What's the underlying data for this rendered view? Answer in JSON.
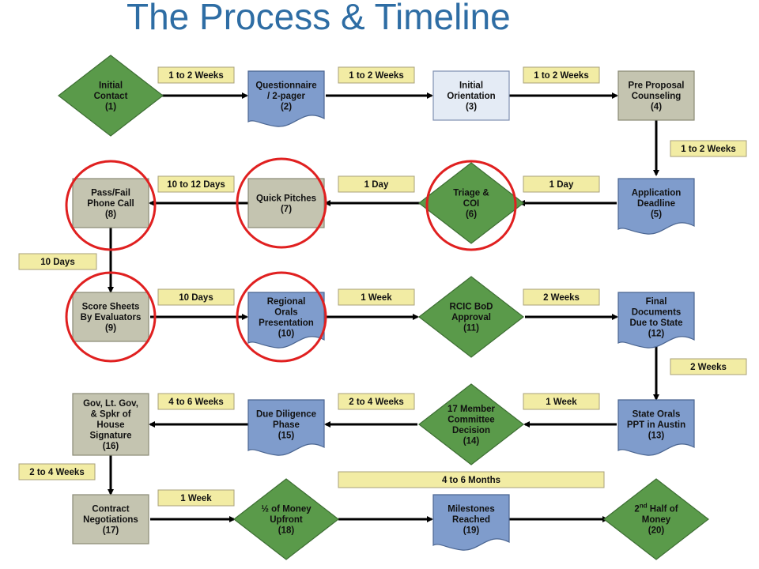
{
  "title": "The Process & Timeline",
  "colors": {
    "title": "#2e6da4",
    "diamond": "#5a9a4a",
    "gray_box": "#c4c4b0",
    "blue_doc": "#7f9ccc",
    "light_box": "#e4ebf5",
    "duration_label": "#f2eca4",
    "highlight_circle": "#e02020"
  },
  "steps": [
    {
      "id": "step-1",
      "shape": "diamond",
      "lines": [
        "Initial",
        "Contact",
        "(1)"
      ]
    },
    {
      "id": "step-2",
      "shape": "document",
      "lines": [
        "Questionnaire",
        "/ 2-pager",
        "(2)"
      ]
    },
    {
      "id": "step-3",
      "shape": "light-box",
      "lines": [
        "Initial",
        "Orientation",
        "(3)"
      ]
    },
    {
      "id": "step-4",
      "shape": "gray-box",
      "lines": [
        "Pre Proposal",
        "Counseling",
        "(4)"
      ]
    },
    {
      "id": "step-5",
      "shape": "document",
      "lines": [
        "Application",
        "Deadline",
        "(5)"
      ]
    },
    {
      "id": "step-6",
      "shape": "diamond",
      "lines": [
        "Triage &",
        "COI",
        "(6)"
      ]
    },
    {
      "id": "step-7",
      "shape": "gray-box",
      "lines": [
        "Quick Pitches",
        "(7)"
      ]
    },
    {
      "id": "step-8",
      "shape": "gray-box",
      "lines": [
        "Pass/Fail",
        "Phone Call",
        "(8)"
      ]
    },
    {
      "id": "step-9",
      "shape": "gray-box",
      "lines": [
        "Score Sheets",
        "By Evaluators",
        "(9)"
      ]
    },
    {
      "id": "step-10",
      "shape": "document",
      "lines": [
        "Regional",
        "Orals",
        "Presentation",
        "(10)"
      ]
    },
    {
      "id": "step-11",
      "shape": "diamond",
      "lines": [
        "RCIC BoD",
        "Approval",
        "(11)"
      ]
    },
    {
      "id": "step-12",
      "shape": "document",
      "lines": [
        "Final",
        "Documents",
        "Due to State",
        "(12)"
      ]
    },
    {
      "id": "step-13",
      "shape": "document",
      "lines": [
        "State Orals",
        "PPT in Austin",
        "(13)"
      ]
    },
    {
      "id": "step-14",
      "shape": "diamond",
      "lines": [
        "17 Member",
        "Committee",
        "Decision",
        "(14)"
      ]
    },
    {
      "id": "step-15",
      "shape": "document",
      "lines": [
        "Due Diligence",
        "Phase",
        "(15)"
      ]
    },
    {
      "id": "step-16",
      "shape": "gray-box",
      "lines": [
        "Gov, Lt. Gov,",
        "& Spkr of",
        "House",
        "Signature",
        "(16)"
      ]
    },
    {
      "id": "step-17",
      "shape": "gray-box",
      "lines": [
        "Contract",
        "Negotiations",
        "(17)"
      ]
    },
    {
      "id": "step-18",
      "shape": "diamond",
      "lines": [
        "½ of Money",
        "Upfront",
        "(18)"
      ]
    },
    {
      "id": "step-19",
      "shape": "document",
      "lines": [
        "Milestones",
        "Reached",
        "(19)"
      ]
    },
    {
      "id": "step-20",
      "shape": "diamond",
      "lines": [
        "2nd Half of",
        "Money",
        "(20)"
      ]
    }
  ],
  "durations": [
    {
      "id": "dur-1-2",
      "text": "1 to 2 Weeks"
    },
    {
      "id": "dur-2-3",
      "text": "1 to 2 Weeks"
    },
    {
      "id": "dur-3-4",
      "text": "1 to 2 Weeks"
    },
    {
      "id": "dur-4-5",
      "text": "1 to 2 Weeks"
    },
    {
      "id": "dur-5-6",
      "text": "1 Day"
    },
    {
      "id": "dur-6-7",
      "text": "1 Day"
    },
    {
      "id": "dur-7-8",
      "text": "10 to 12 Days"
    },
    {
      "id": "dur-8-9",
      "text": "10 Days"
    },
    {
      "id": "dur-9-10",
      "text": "10 Days"
    },
    {
      "id": "dur-10-11",
      "text": "1 Week"
    },
    {
      "id": "dur-11-12",
      "text": "2 Weeks"
    },
    {
      "id": "dur-12-13",
      "text": "2 Weeks"
    },
    {
      "id": "dur-13-14",
      "text": "1 Week"
    },
    {
      "id": "dur-14-15",
      "text": "2 to 4 Weeks"
    },
    {
      "id": "dur-15-16",
      "text": "4 to  6 Weeks"
    },
    {
      "id": "dur-16-17",
      "text": "2 to 4 Weeks"
    },
    {
      "id": "dur-17-18",
      "text": "1 Week"
    },
    {
      "id": "dur-18-20",
      "text": "4 to 6 Months"
    }
  ],
  "highlighted_steps": [
    "step-6",
    "step-7",
    "step-8",
    "step-9",
    "step-10"
  ]
}
